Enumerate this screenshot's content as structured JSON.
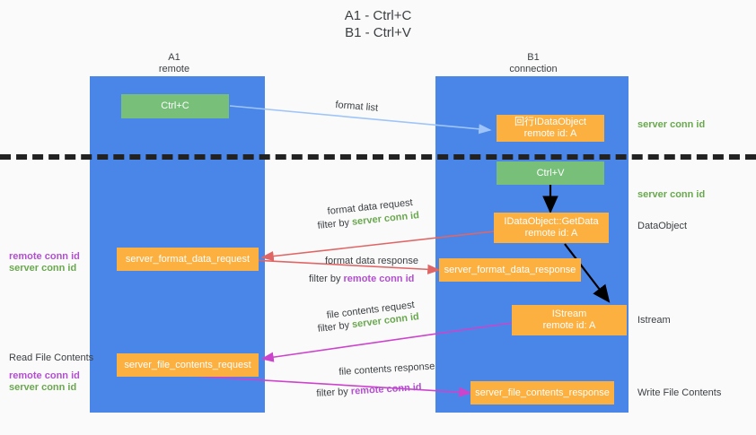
{
  "title": {
    "line1": "A1 - Ctrl+C",
    "line2": "B1 - Ctrl+V"
  },
  "columns": [
    {
      "name": "A1",
      "sub": "remote"
    },
    {
      "name": "B1",
      "sub": "connection"
    }
  ],
  "boxes": {
    "ctrl_c": {
      "label": "Ctrl+C",
      "color": "#78c07a"
    },
    "ctrl_v": {
      "label": "Ctrl+V",
      "color": "#78c07a"
    },
    "idataobject": {
      "line1": "回行IDataObject",
      "line2": "remote id: A",
      "color": "#fbb040"
    },
    "getdata": {
      "line1": "IDataObject::GetData",
      "line2": "remote id: A",
      "color": "#fbb040"
    },
    "istream": {
      "line1": "IStream",
      "line2": "remote id: A",
      "color": "#fbb040"
    },
    "fmt_req": {
      "label": "server_format_data_request",
      "color": "#fbb040"
    },
    "fmt_resp": {
      "label": "server_format_data_response",
      "color": "#fbb040"
    },
    "file_req": {
      "label": "server_file_contents_request",
      "color": "#fbb040"
    },
    "file_resp": {
      "label": "server_file_contents_response",
      "color": "#fbb040"
    }
  },
  "arrow_labels": {
    "format_list": "format list",
    "fmt_data_request": "format data request",
    "fmt_data_request_filter_prefix": "filter by ",
    "fmt_data_request_filter_value": "server conn id",
    "fmt_data_response": "format data response",
    "fmt_data_response_filter_prefix": "filter by ",
    "fmt_data_response_filter_value": "remote conn id",
    "file_request": "file contents request",
    "file_request_filter_prefix": "filter by ",
    "file_request_filter_value": "server conn id",
    "file_response": "file contents response",
    "file_response_filter_prefix": "filter by ",
    "file_response_filter_value": "remote conn id"
  },
  "right_labels": {
    "server_conn_id_top": "server conn id",
    "server_conn_id_mid": "server conn id",
    "dataobject": "DataObject",
    "istream": "Istream",
    "write_file_contents": "Write File Contents"
  },
  "left_labels": {
    "remote_conn_id_1": "remote conn id",
    "server_conn_id_1": "server conn id",
    "read_file_contents": "Read File Contents",
    "remote_conn_id_2": "remote conn id",
    "server_conn_id_2": "server conn id"
  },
  "colors": {
    "lane": "#4a86e8",
    "green_box": "#78c07a",
    "orange_box": "#fbb040",
    "server_conn_id": "#6aa84f",
    "remote_conn_id": "#b24fcf",
    "arrow_lightblue": "#9fc5f8",
    "arrow_red": "#e06666",
    "arrow_magenta": "#cc44cc",
    "arrow_black": "#000000",
    "background": "#fafafa"
  }
}
